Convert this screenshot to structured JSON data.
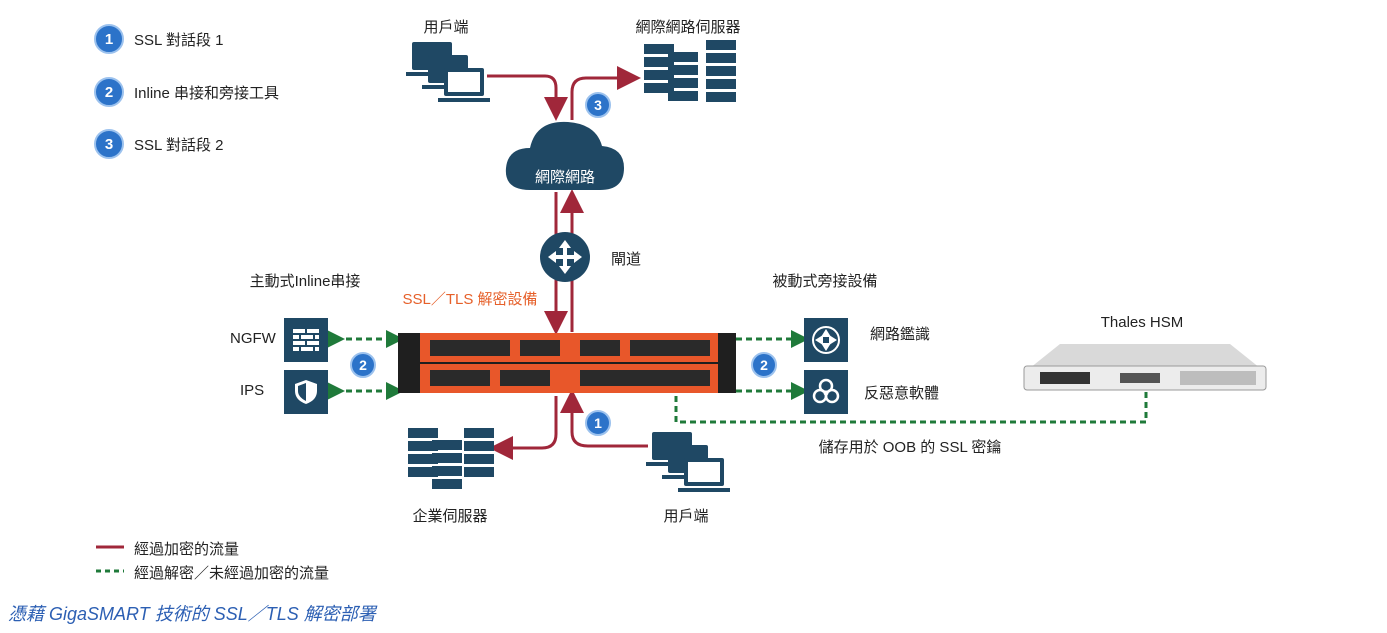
{
  "legend": {
    "items": [
      {
        "num": "1",
        "label": "SSL 對話段 1"
      },
      {
        "num": "2",
        "label": "Inline 串接和旁接工具"
      },
      {
        "num": "3",
        "label": "SSL 對話段 2"
      }
    ]
  },
  "nodes": {
    "user_top": "用戶端",
    "web_server": "網際網路伺服器",
    "internet": "網際網路",
    "gateway": "閘道",
    "inline_active": "主動式Inline串接",
    "decrypt_device": "SSL／TLS 解密設備",
    "passive_tap": "被動式旁接設備",
    "ngfw": "NGFW",
    "ips": "IPS",
    "network_forensics": "網路鑑識",
    "anti_malware": "反惡意軟體",
    "thales_hsm": "Thales HSM",
    "oob_key": "儲存用於 OOB 的 SSL 密鑰",
    "enterprise_server": "企業伺服器",
    "user_bottom": "用戶端"
  },
  "badges": {
    "session1": "1",
    "inline_left": "2",
    "inline_right": "2",
    "session2": "3"
  },
  "traffic_legend": {
    "encrypted": "經過加密的流量",
    "decrypted": "經過解密／未經過加密的流量"
  },
  "caption": "憑藉 GigaSMART 技術的 SSL／TLS 解密部署",
  "colors": {
    "encrypted_line": "#a0273a",
    "decrypted_line": "#1f7a3a",
    "badge": "#2c73c9",
    "device_orange": "#e8572a",
    "dark_navy": "#1f4864"
  }
}
